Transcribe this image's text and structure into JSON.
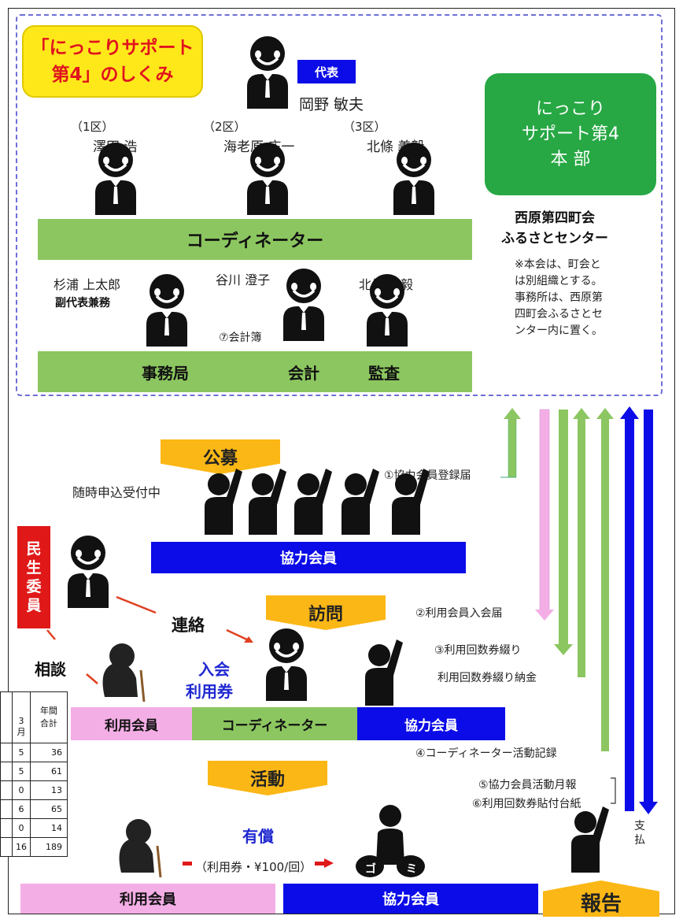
{
  "title": {
    "line1": "「にっこりサポート",
    "line2": "第4」のしくみ"
  },
  "representative": {
    "badge": "代表",
    "name": "岡野 敏夫"
  },
  "hq": {
    "line1": "にっこり",
    "line2": "サポート第4",
    "line3": "本 部"
  },
  "center": {
    "line1": "西原第四町会",
    "line2": "ふるさとセンター"
  },
  "note": [
    "※本会は、町会と",
    "は別組織とする。",
    "事務所は、西原第",
    "四町会ふるさとセ",
    "ンター内に置く。"
  ],
  "coordinators": [
    {
      "district": "（1区）",
      "name": "澤田 浩"
    },
    {
      "district": "（2区）",
      "name": "海老原 庄一"
    },
    {
      "district": "（3区）",
      "name": "北條 義毅"
    }
  ],
  "coordinator_bar": "コーディネーター",
  "staff": {
    "secretariat_name": "杉浦 上太郎",
    "secretariat_role": "副代表兼務",
    "accounting_name": "谷川 澄子",
    "accounting_note": "⑦会計簿",
    "audit_name": "北條 義毅"
  },
  "office_bar": {
    "secretariat": "事務局",
    "accounting": "会計",
    "audit": "監査"
  },
  "recruit": {
    "tag": "公募",
    "accepting": "随時申込受付中",
    "bar": "協力会員"
  },
  "flows": {
    "f1": "①協力会員登録届",
    "f2": "②利用会員入会届",
    "f3": "③利用回数券綴り",
    "f3b": "利用回数券綴り納金",
    "f4": "④コーディネーター活動記録",
    "f5": "⑤協力会員活動月報",
    "f6": "⑥利用回数券貼付台紙",
    "pay": "支払"
  },
  "welfare": {
    "box": [
      "民",
      "生",
      "委",
      "員"
    ],
    "contact": "連絡",
    "consult": "相談"
  },
  "visit": {
    "tag": "訪問",
    "join_line1": "入会",
    "join_line2": "利用券",
    "bar_user": "利用会員",
    "bar_coordinator": "コーディネーター",
    "bar_partner": "協力会員"
  },
  "activity": {
    "tag": "活動",
    "paid": "有償",
    "rate": "（利用券・¥100/回）",
    "garbage_left": "ゴ",
    "garbage_right": "ミ",
    "bar_user": "利用会員",
    "bar_partner": "協力会員",
    "report": "報告"
  },
  "mini_table": {
    "header_month_line1": "3",
    "header_month_line2": "月",
    "header_total_line1": "年間",
    "header_total_line2": "合計",
    "rows": [
      [
        "5",
        "36"
      ],
      [
        "5",
        "61"
      ],
      [
        "0",
        "13"
      ],
      [
        "6",
        "65"
      ],
      [
        "0",
        "14"
      ],
      [
        "16",
        "189"
      ]
    ]
  },
  "colors": {
    "green": "#8cc660",
    "blue": "#0c0ce8",
    "pink": "#f4aee6",
    "orange": "#fbb716",
    "hq_green": "#27a844",
    "red": "#e01818",
    "yellow": "#ffe81a",
    "dash": "#6d6fd8"
  }
}
